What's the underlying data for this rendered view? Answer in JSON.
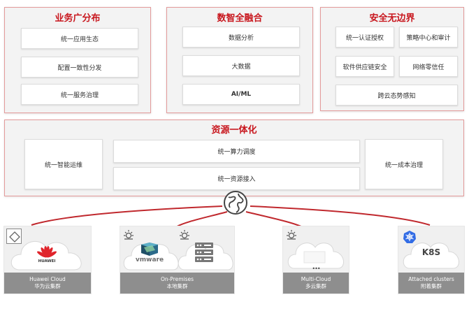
{
  "top_sections": [
    {
      "title": "业务广分布",
      "items": [
        "统一应用生态",
        "配置一致性分发",
        "统一服务治理"
      ]
    },
    {
      "title": "数智全融合",
      "items": [
        "数据分析",
        "大数据",
        "AI/ML"
      ]
    },
    {
      "title": "安全无边界",
      "items": [
        "统一认证授权",
        "策略中心和审计",
        "软件供应链安全",
        "网络零信任",
        "跨云态势感知"
      ]
    }
  ],
  "resource": {
    "title": "资源一体化",
    "left": "统一智能运维",
    "middle": [
      "统一算力调度",
      "统一资源接入"
    ],
    "right": "统一成本治理"
  },
  "clusters": [
    {
      "line1": "Huawei Cloud",
      "line2": "华为云集群",
      "logo_text": "HUAWEI"
    },
    {
      "line1": "On-Premises",
      "line2": "本地集群",
      "logo_text": "vmware"
    },
    {
      "line1": "Multi-Cloud",
      "line2": "多云集群",
      "logo_text": "•••"
    },
    {
      "line1": "Attached clusters",
      "line2": "附着集群",
      "logo_text": "K8S"
    }
  ],
  "colors": {
    "accent": "#c8161d",
    "connector": "#c0282d",
    "huawei_red": "#e0242b",
    "vmware_gray": "#6e6e6e",
    "k8s_blue": "#326ce5"
  },
  "icons": [
    "globe-icon",
    "frame-corners-icon",
    "sun-settings-icon",
    "server-icon",
    "huawei-logo-icon",
    "vmware-logo-icon",
    "kubernetes-icon",
    "cloud-icon"
  ]
}
